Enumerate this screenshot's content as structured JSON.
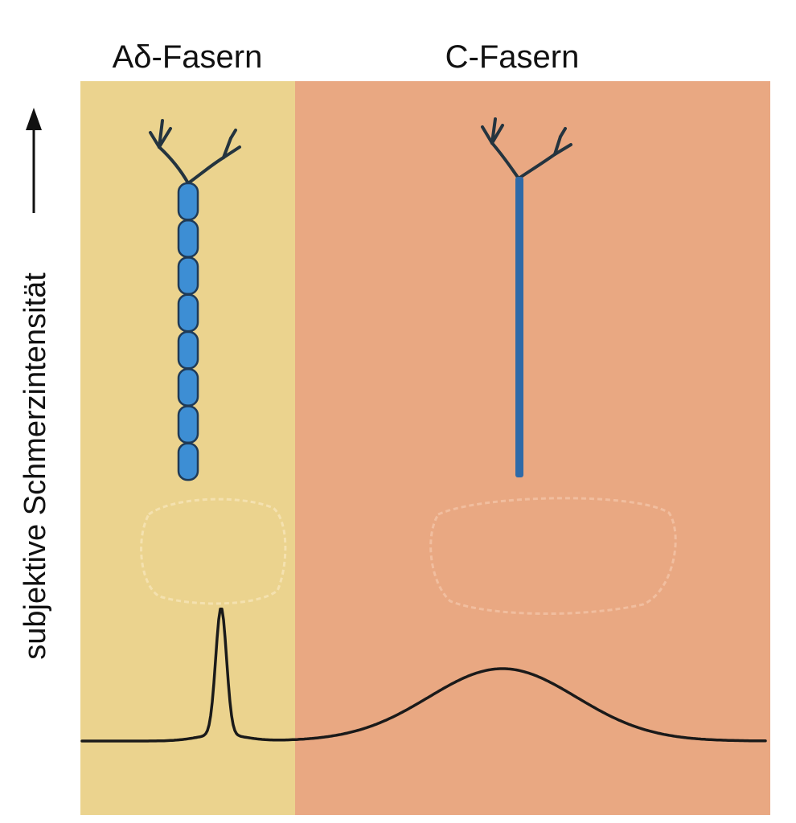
{
  "labels": {
    "a_delta": "Aδ-Fasern",
    "c_fibers": "C-Fasern",
    "y_axis": "subjektive Schmerzintensität"
  },
  "colors": {
    "a_delta_region": "#EBD38E",
    "c_region": "#E9A882",
    "fiber_fill": "#3D8ED4",
    "fiber_outline": "#1F3A57",
    "c_fiber_line": "#2E6AA8",
    "dendrite": "#24343F",
    "curve": "#1A1A1A",
    "text": "#111111"
  },
  "icons": {
    "axis_arrow": "up-arrow-icon",
    "a_delta_neuron": "myelinated-neuron-icon",
    "c_neuron": "unmyelinated-neuron-icon"
  }
}
